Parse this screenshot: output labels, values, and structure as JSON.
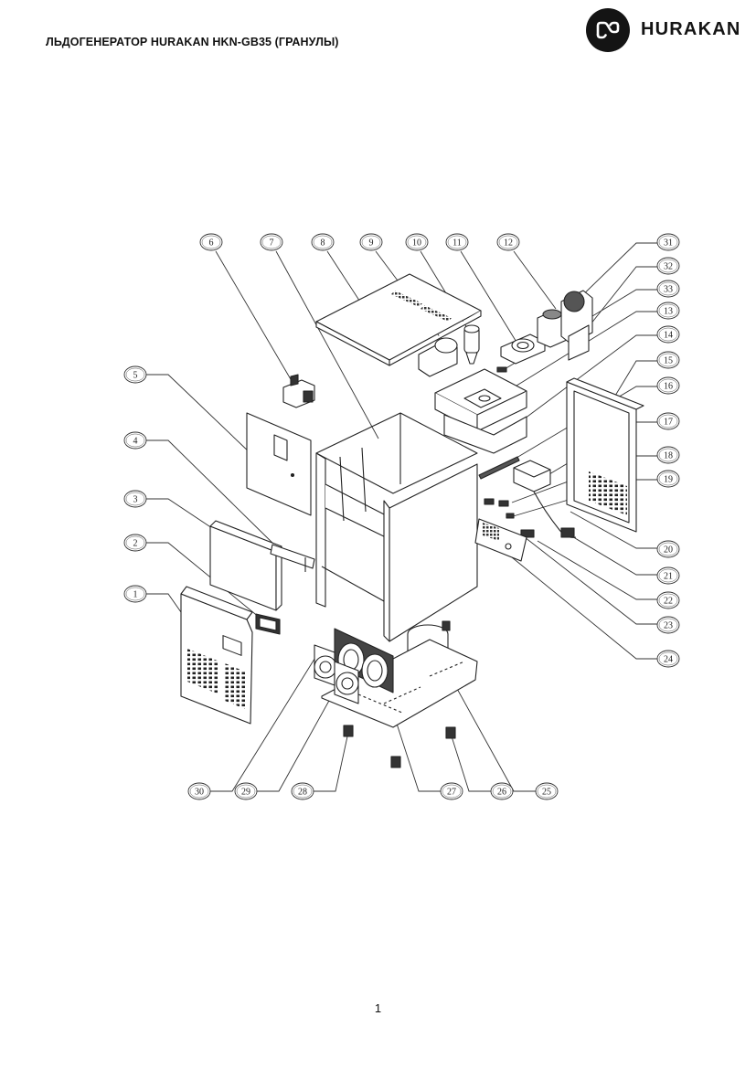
{
  "header": {
    "title": "ЛЬДОГЕНЕРАТОР HURAKAN HKN-GB35 (ГРАНУЛЫ)",
    "brand": "HURAKAN",
    "logo_icon": "hurakan-wave-logo"
  },
  "diagram": {
    "callouts": [
      "1",
      "2",
      "3",
      "4",
      "5",
      "6",
      "7",
      "8",
      "9",
      "10",
      "11",
      "12",
      "13",
      "14",
      "15",
      "16",
      "17",
      "18",
      "19",
      "20",
      "21",
      "22",
      "23",
      "24",
      "25",
      "26",
      "27",
      "28",
      "29",
      "30",
      "31",
      "32",
      "33"
    ]
  },
  "footer": {
    "page_number": "1"
  }
}
